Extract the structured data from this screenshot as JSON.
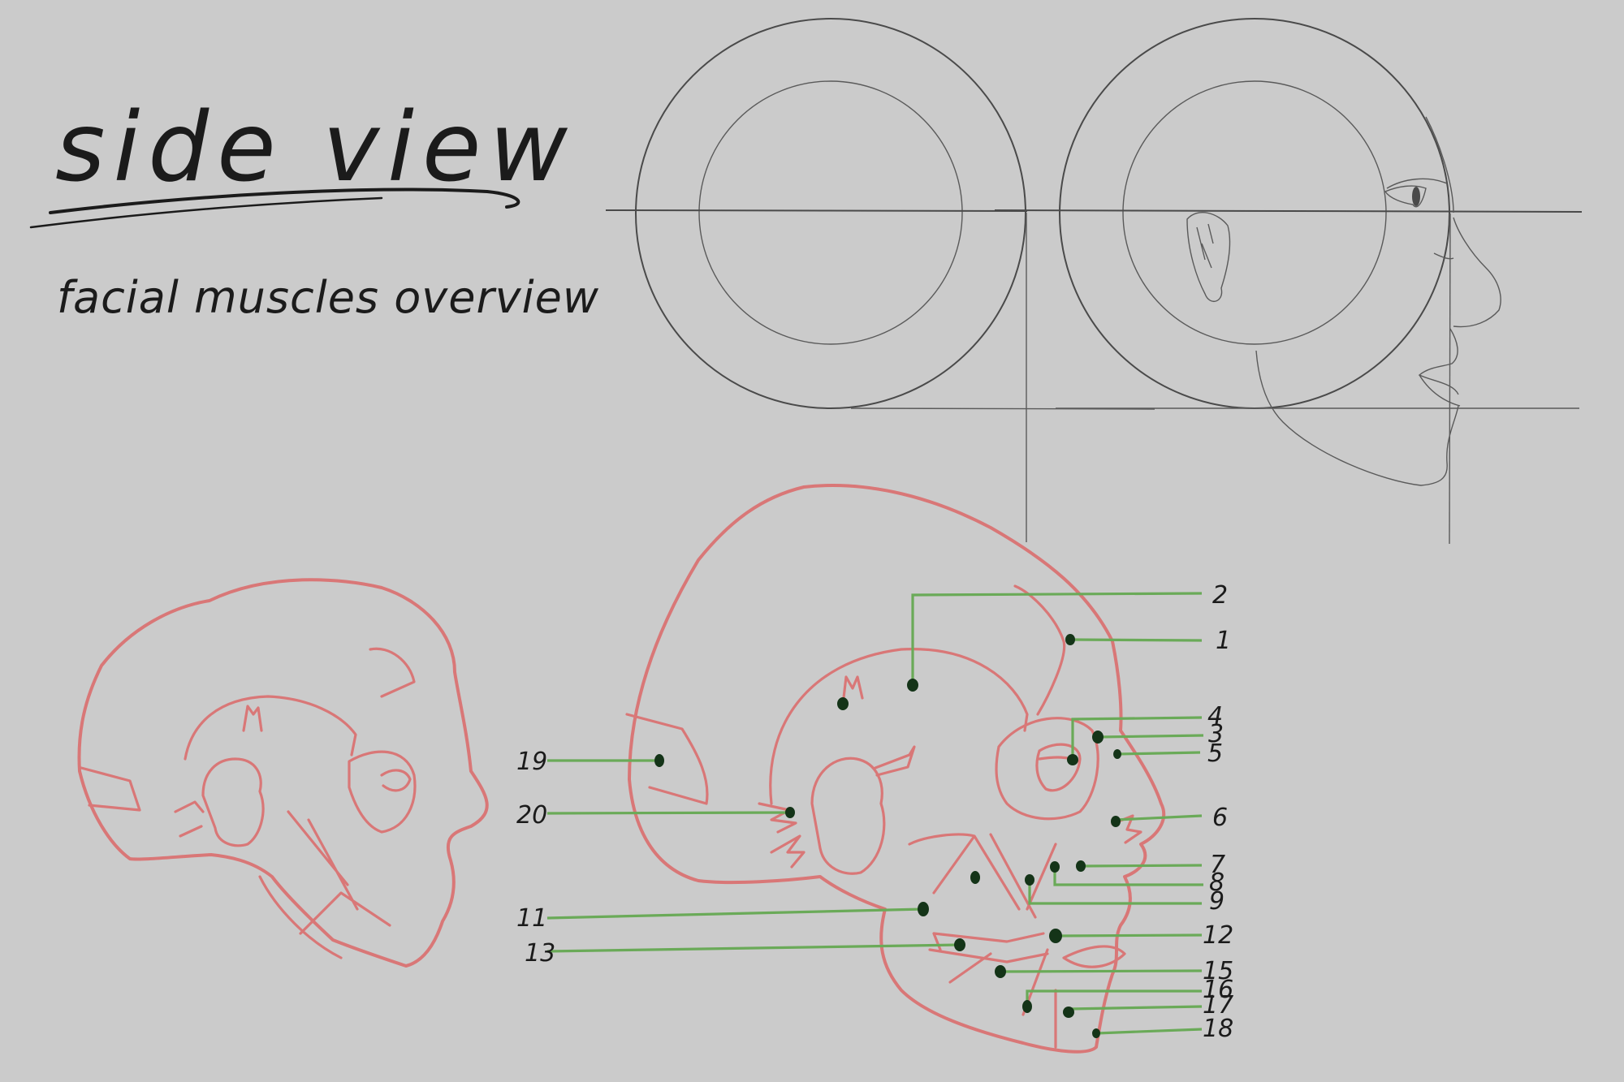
{
  "title": "side view",
  "subtitle": "facial muscles overview",
  "colors": {
    "background": "#cbcbcb",
    "pencil": "#4a4a4a",
    "muscle_outline": "#d97777",
    "leader_line": "#6aaa58",
    "marker_dot": "#143418",
    "text": "#1b1b1b"
  },
  "construction": {
    "description": "Loomis-style head construction: two concentric circle pairs with horizontal brow and chin guide lines, second pair overlaid with a pencil profile sketch of a face"
  },
  "diagrams": {
    "unlabeled_skull": {
      "description": "Red muscle outline of skull, side view, unlabeled"
    },
    "labeled_skull": {
      "description": "Red muscle outline of skull, side view, with numbered green leader lines",
      "labels_right": [
        {
          "number": "2"
        },
        {
          "number": "1"
        },
        {
          "number": "4"
        },
        {
          "number": "3"
        },
        {
          "number": "5"
        },
        {
          "number": "6"
        },
        {
          "number": "7"
        },
        {
          "number": "8"
        },
        {
          "number": "9"
        },
        {
          "number": "12"
        },
        {
          "number": "15"
        },
        {
          "number": "16"
        },
        {
          "number": "17"
        },
        {
          "number": "18"
        }
      ],
      "labels_left": [
        {
          "number": "19"
        },
        {
          "number": "20"
        },
        {
          "number": "11"
        },
        {
          "number": "13"
        }
      ]
    }
  }
}
